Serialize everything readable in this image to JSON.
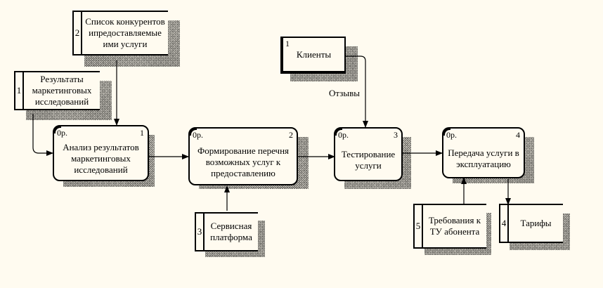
{
  "diagram": {
    "processes": [
      {
        "id": "1",
        "code": "0р.",
        "number": "1",
        "label": "Анализ результатов маркетинговых исследований"
      },
      {
        "id": "2",
        "code": "0р.",
        "number": "2",
        "label": "Формирование перечня возможных услуг к предоставлению"
      },
      {
        "id": "3",
        "code": "0р.",
        "number": "3",
        "label": "Тестирование услуги"
      },
      {
        "id": "4",
        "code": "0р.",
        "number": "4",
        "label": "Передача услуги в эксплуатацию"
      }
    ],
    "data_stores": [
      {
        "number": "2",
        "label": "Список конкурентов ипредоставляемые ими услуги"
      },
      {
        "number": "1",
        "label": "Результаты маркетинговых исследований"
      },
      {
        "number": "3",
        "label": "Сервисная платформа"
      },
      {
        "number": "5",
        "label": "Требования к ТУ абонента"
      },
      {
        "number": "4",
        "label": "Тарифы"
      }
    ],
    "external_entities": [
      {
        "number": "1",
        "label": "Клиенты"
      }
    ],
    "flows": [
      {
        "from": "Хранилище 2",
        "to": "Процесс 1",
        "label": ""
      },
      {
        "from": "Хранилище 1",
        "to": "Процесс 1",
        "label": ""
      },
      {
        "from": "Процесс 1",
        "to": "Процесс 2",
        "label": ""
      },
      {
        "from": "Хранилище 3",
        "to": "Процесс 2",
        "label": ""
      },
      {
        "from": "Процесс 2",
        "to": "Процесс 3",
        "label": ""
      },
      {
        "from": "Клиенты",
        "to": "Процесс 3",
        "label": "Отзывы"
      },
      {
        "from": "Процесс 3",
        "to": "Процесс 4",
        "label": ""
      },
      {
        "from": "Хранилище 5",
        "to": "Процесс 4",
        "label": ""
      },
      {
        "from": "Процесс 4",
        "to": "Хранилище 4",
        "label": ""
      }
    ]
  }
}
